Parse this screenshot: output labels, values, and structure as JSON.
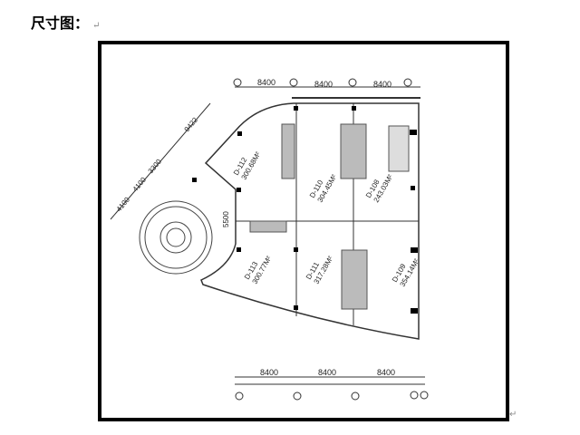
{
  "heading": {
    "title": "尺寸图：",
    "return_mark": "↵"
  },
  "end_mark": "↵",
  "plan": {
    "top_dims": [
      "8400",
      "8400",
      "8400"
    ],
    "bottom_dims": [
      "8400",
      "8400",
      "8400"
    ],
    "diag_dims": [
      "9422",
      "3300",
      "4100",
      "4100"
    ],
    "side_dim": "5500",
    "rooms": [
      {
        "id": "D-112",
        "area": "300.68M²"
      },
      {
        "id": "D-110",
        "area": "304.45M²"
      },
      {
        "id": "D-108",
        "area": "243.03M²"
      },
      {
        "id": "D-113",
        "area": "300.77M²"
      },
      {
        "id": "D-111",
        "area": "317.28M²"
      },
      {
        "id": "D-109",
        "area": "354.14M²"
      }
    ]
  }
}
